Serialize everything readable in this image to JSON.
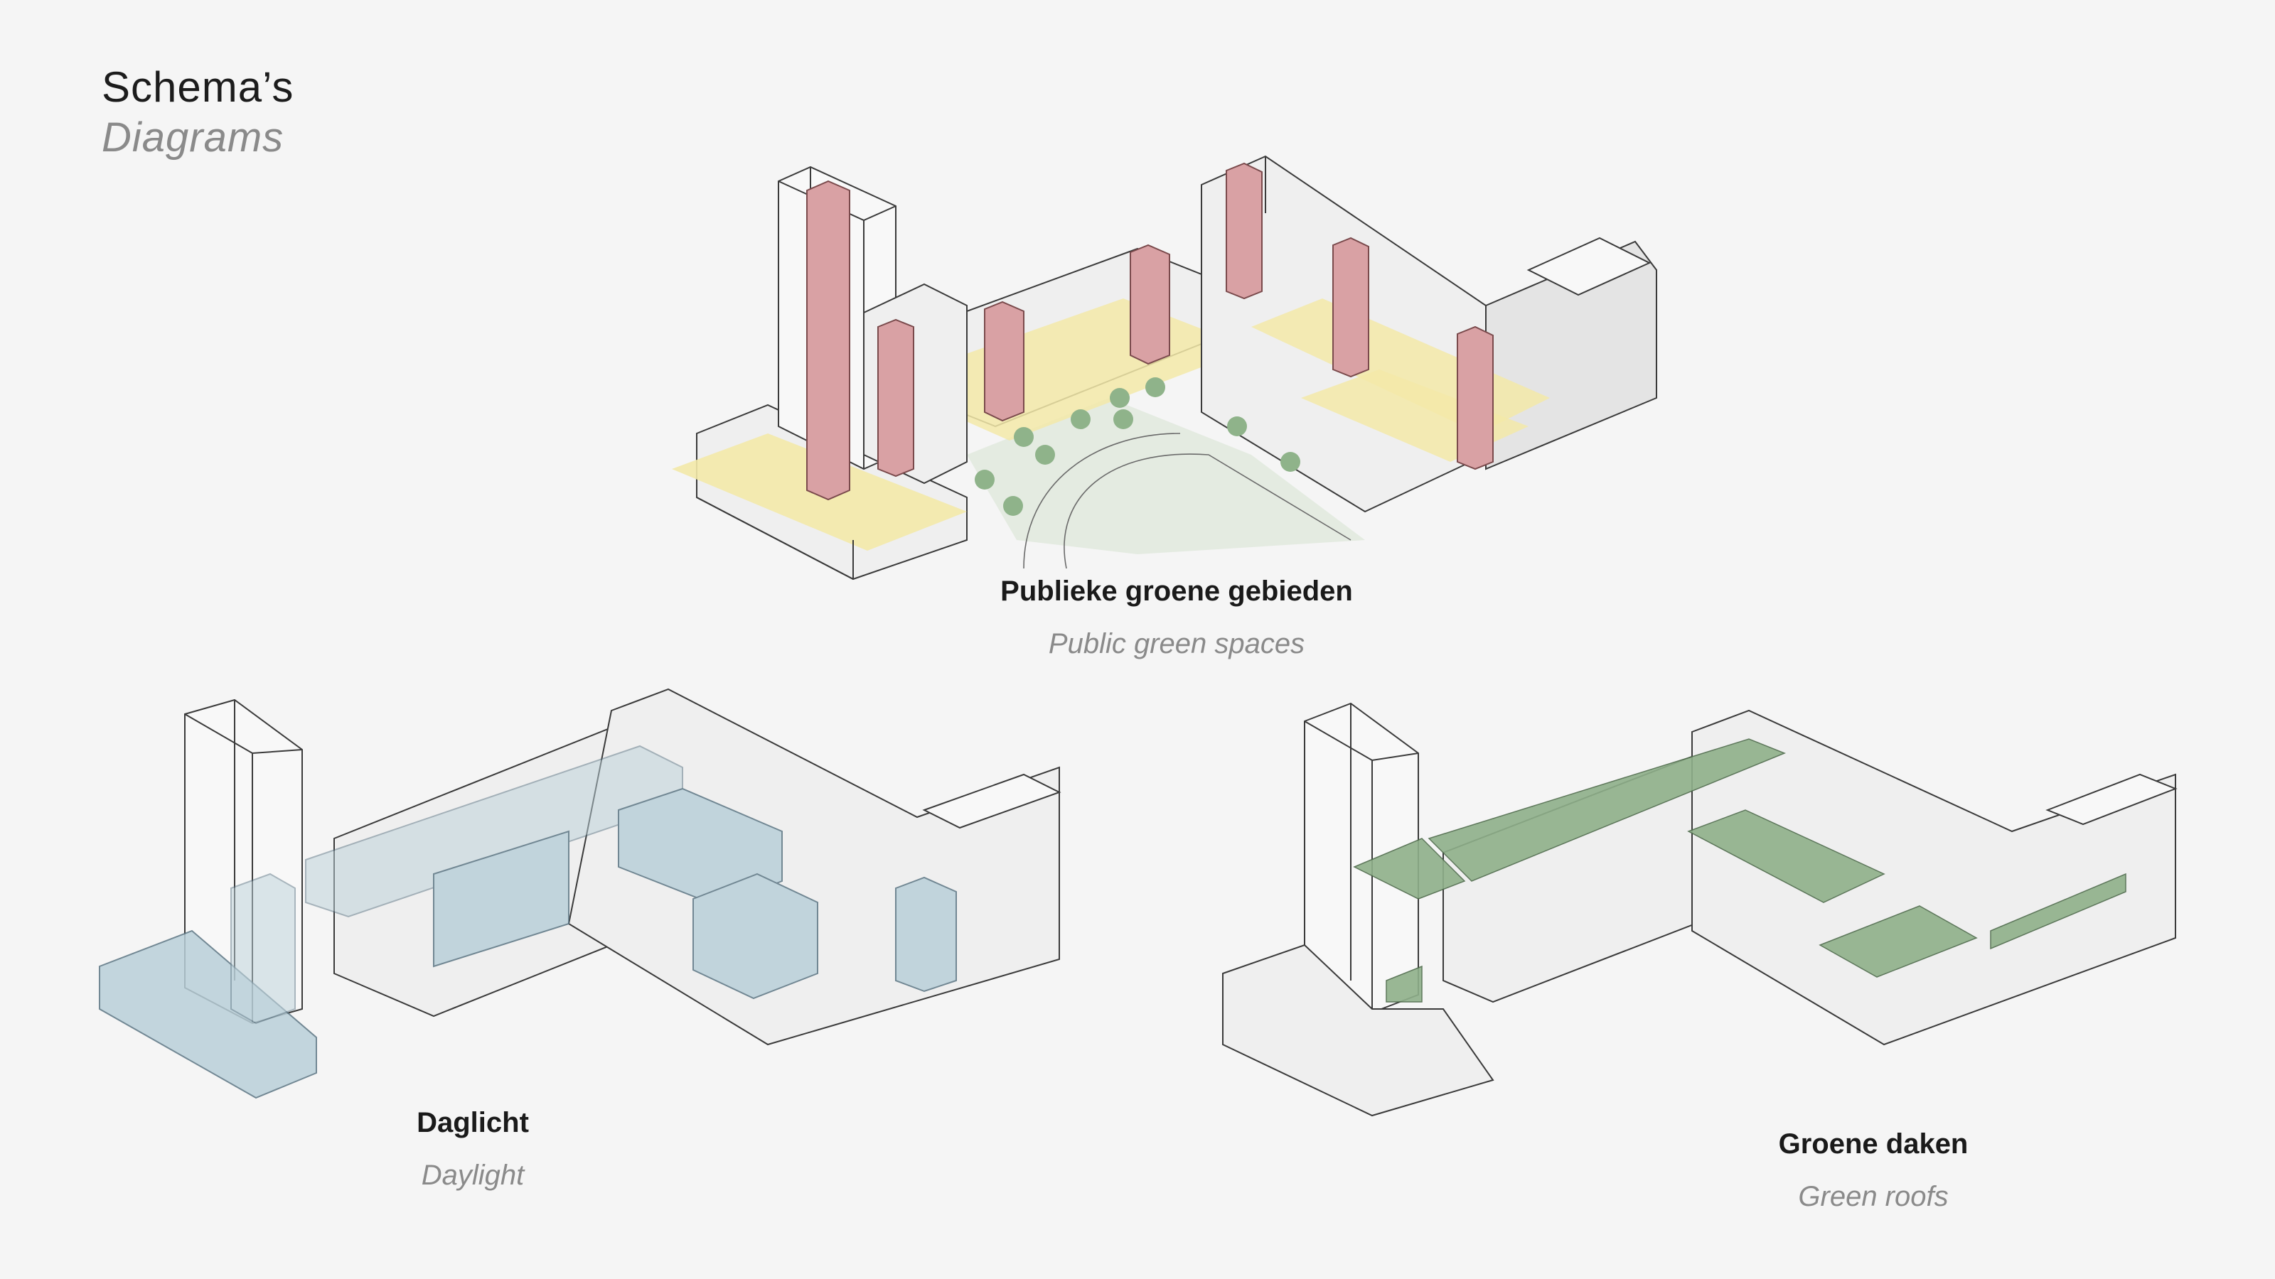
{
  "heading": {
    "nl": "Schema’s",
    "en": "Diagrams"
  },
  "diagrams": [
    {
      "id": "public-green",
      "title_nl": "Publieke groene gebieden",
      "title_en": "Public green spaces"
    },
    {
      "id": "daylight",
      "title_nl": "Daglicht",
      "title_en": "Daylight"
    },
    {
      "id": "green-roofs",
      "title_nl": "Groene daken",
      "title_en": "Green roofs"
    }
  ],
  "colors": {
    "background": "#f5f5f5",
    "towers_highlight": "#d9a1a4",
    "public_space": "#f2e7a6",
    "trees": "#8fb38a",
    "daylight_volumes": "#b9cfd8",
    "green_roofs": "#8fb08a",
    "building_outline": "#3a3a3a"
  }
}
